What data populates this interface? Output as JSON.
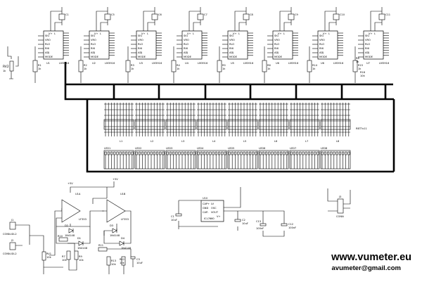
{
  "chips": [
    {
      "ref": "U1",
      "cap": "C1",
      "part": "LM3916"
    },
    {
      "ref": "U2",
      "cap": "C5",
      "part": "LM3916"
    },
    {
      "ref": "U3",
      "cap": "C6",
      "part": "LM3916"
    },
    {
      "ref": "U4",
      "cap": "C7",
      "part": "LM3916"
    },
    {
      "ref": "U5",
      "cap": "C8",
      "part": "LM3916"
    },
    {
      "ref": "U6",
      "cap": "C9",
      "part": "LM3916"
    },
    {
      "ref": "U6",
      "cap": "C10",
      "part": "LM3916"
    },
    {
      "ref": "U7",
      "cap": "C11",
      "part": "LM3916"
    }
  ],
  "chip_pins_left": [
    "SIG",
    "VRO",
    "RLO",
    "RHI",
    "ADJ",
    "MODE"
  ],
  "chip_top_pins": [
    "V+",
    "L"
  ],
  "resistors_top": [
    {
      "ref": "R1",
      "value": "1k"
    },
    {
      "ref": "R2",
      "value": "1k"
    },
    {
      "ref": "R3",
      "value": "1k"
    },
    {
      "ref": "R4",
      "value": "1k"
    },
    {
      "ref": "R5",
      "value": "1k"
    },
    {
      "ref": "R6",
      "value": "1k"
    },
    {
      "ref": "R14",
      "value": "1k"
    },
    {
      "ref": "R15",
      "value": "1k"
    }
  ],
  "extra_top": {
    "rv2": "RV2",
    "rv2_value": "1k",
    "r16": "R16",
    "r16_value": "10k",
    "r8": "R8",
    "r8_value": "1k"
  },
  "led_labels": [
    "L1",
    "L2",
    "L3",
    "L4",
    "L5",
    "L6",
    "L7",
    "L8"
  ],
  "led_note": "RBT?x11",
  "ledbar_labels": [
    "LED1",
    "LED2",
    "LED3",
    "LED4",
    "LED5",
    "LED6",
    "LED7",
    "LED8"
  ],
  "opamp": {
    "u1a": "U1A",
    "u1b": "U1B",
    "part": "LF353",
    "vcc_top": "+5V",
    "vcc_top2": "+5V",
    "j1": "J1",
    "j2": "J2",
    "j_note": "CONN-SIL2",
    "d2": "D2",
    "d3": "D3",
    "d1": "D1",
    "d4": "D4",
    "diode": "1N4148",
    "r10": "R10",
    "r11": "R11",
    "r7": "R7",
    "r9": "R9",
    "r12": "R12",
    "r13": "R13",
    "rv1": "RV1",
    "rv1_value": "10k",
    "c3": "C3",
    "c3_value": "10uF",
    "r_value": "10k"
  },
  "regulator": {
    "ref": "U10",
    "part": "ICL7660",
    "pins": [
      "CAP+",
      "GND",
      "CAP-",
      "LV",
      "OSC",
      "VOUT",
      "V+"
    ],
    "c1": "C1",
    "c1_value": "10uF",
    "c2": "C2",
    "c2_value": "10uF",
    "c13": "C13",
    "c13_value": "100nF",
    "c12": "C12",
    "c12_value": "100nF"
  },
  "power_conn": {
    "ref": "J3",
    "note": "CONN"
  },
  "website": "www.vumeter.eu",
  "email": "avumeter@gmail.com"
}
